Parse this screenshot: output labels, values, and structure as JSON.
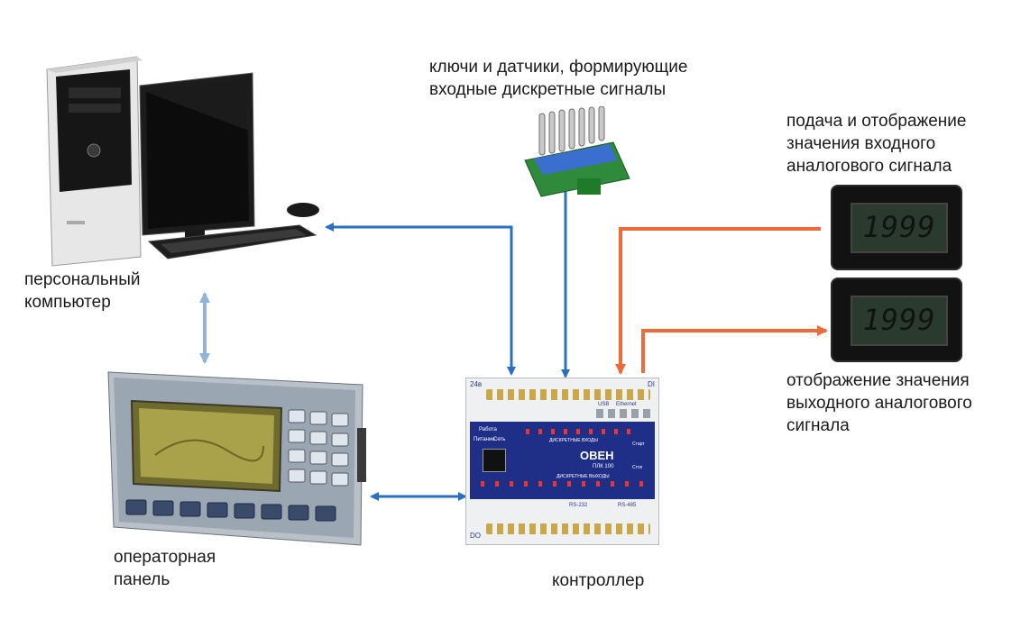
{
  "labels": {
    "pc": "персональный\nкомпьютер",
    "sensors": "ключи и датчики, формирующие\nвходные дискретные сигналы",
    "analog_in": "подача и отображение\nзначения входного\nаналогового сигнала",
    "analog_out": "отображение значения\nвыходного аналогового\nсигнала",
    "panel": "операторная\nпанель",
    "controller": "контроллер"
  },
  "controller": {
    "brand": "ОВЕН",
    "model": "ПЛК 100",
    "top_left": "24в",
    "top_right": "DI",
    "bottom_left": "DO",
    "work": "Работа",
    "power": "Питание",
    "net": "Сеть",
    "di_title": "ДИСКРЕТНЫЕ ВХОДЫ",
    "do_title": "ДИСКРЕТНЫЕ ВЫХОДЫ",
    "rs232": "RS-232",
    "rs485": "RS-485",
    "usb": "USB",
    "ethernet": "Ethernet",
    "start": "Старт",
    "stop": "Стоп"
  },
  "displays": {
    "input_value": "1999",
    "output_value": "1999"
  },
  "colors": {
    "blue_link": "#2a6fc2",
    "light_blue_link": "#8fb3d9",
    "orange_link": "#ee6a3a"
  }
}
